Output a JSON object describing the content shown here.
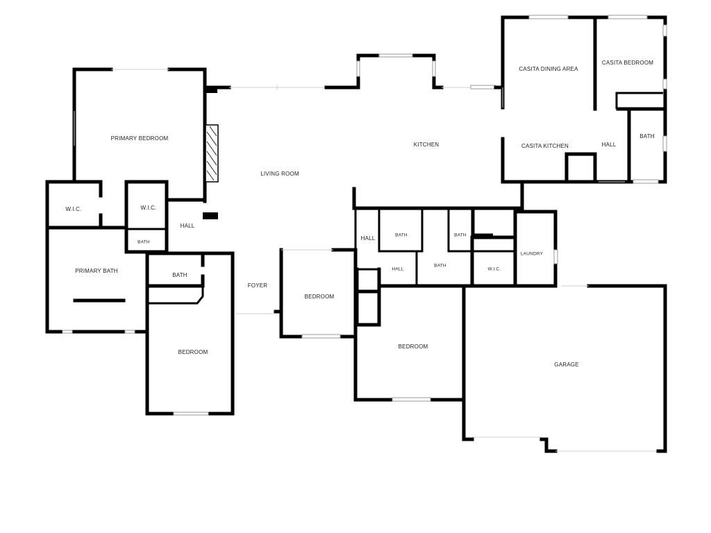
{
  "rooms": {
    "primary_bedroom": "PRIMARY BEDROOM",
    "wic_1": "W.I.C.",
    "wic_2": "W.I.C.",
    "hall_west": "HALL",
    "bath_west_small": "BATH",
    "primary_bath": "PRIMARY BATH",
    "bath_west": "BATH",
    "bedroom_west": "BEDROOM",
    "living_room": "LIVING ROOM",
    "foyer": "FOYER",
    "kitchen": "KITCHEN",
    "bedroom_center": "BEDROOM",
    "hall_center_upper": "HALL",
    "bath_center_1": "BATH",
    "bath_center_2": "BATH",
    "hall_center_lower": "HALL",
    "bath_center_3": "BATH",
    "wic_3": "W.I.C.",
    "laundry": "LAUNDRY",
    "bedroom_south": "BEDROOM",
    "garage": "GARAGE",
    "casita_dining_area": "CASITA DINING AREA",
    "casita_bedroom": "CASITA BEDROOM",
    "casita_kitchen": "CASITA KITCHEN",
    "hall_casita": "HALL",
    "bath_casita": "BATH"
  }
}
